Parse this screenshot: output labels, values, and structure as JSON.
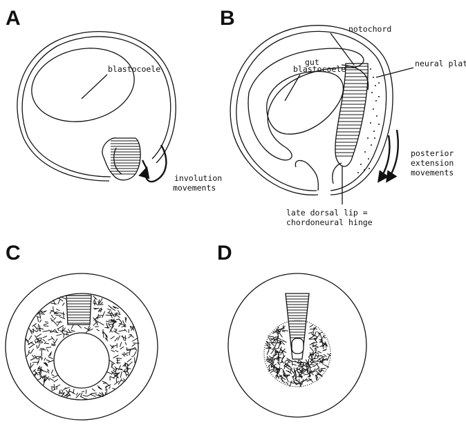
{
  "panels": {
    "a": {
      "letter": "A"
    },
    "b": {
      "letter": "B"
    },
    "c": {
      "letter": "C"
    },
    "d": {
      "letter": "D"
    }
  },
  "labels": {
    "blastocoele": "blastocoele",
    "involution_1": "involution",
    "involution_2": "movements",
    "gut": "gut",
    "notochord": "notochord",
    "neural_plate": "neural plate",
    "posterior_1": "posterior",
    "posterior_2": "extension",
    "posterior_3": "movements",
    "lip_1": "late dorsal lip =",
    "lip_2": "chordoneural hinge"
  },
  "colors": {
    "ink": "#111111",
    "background": "#ffffff"
  }
}
